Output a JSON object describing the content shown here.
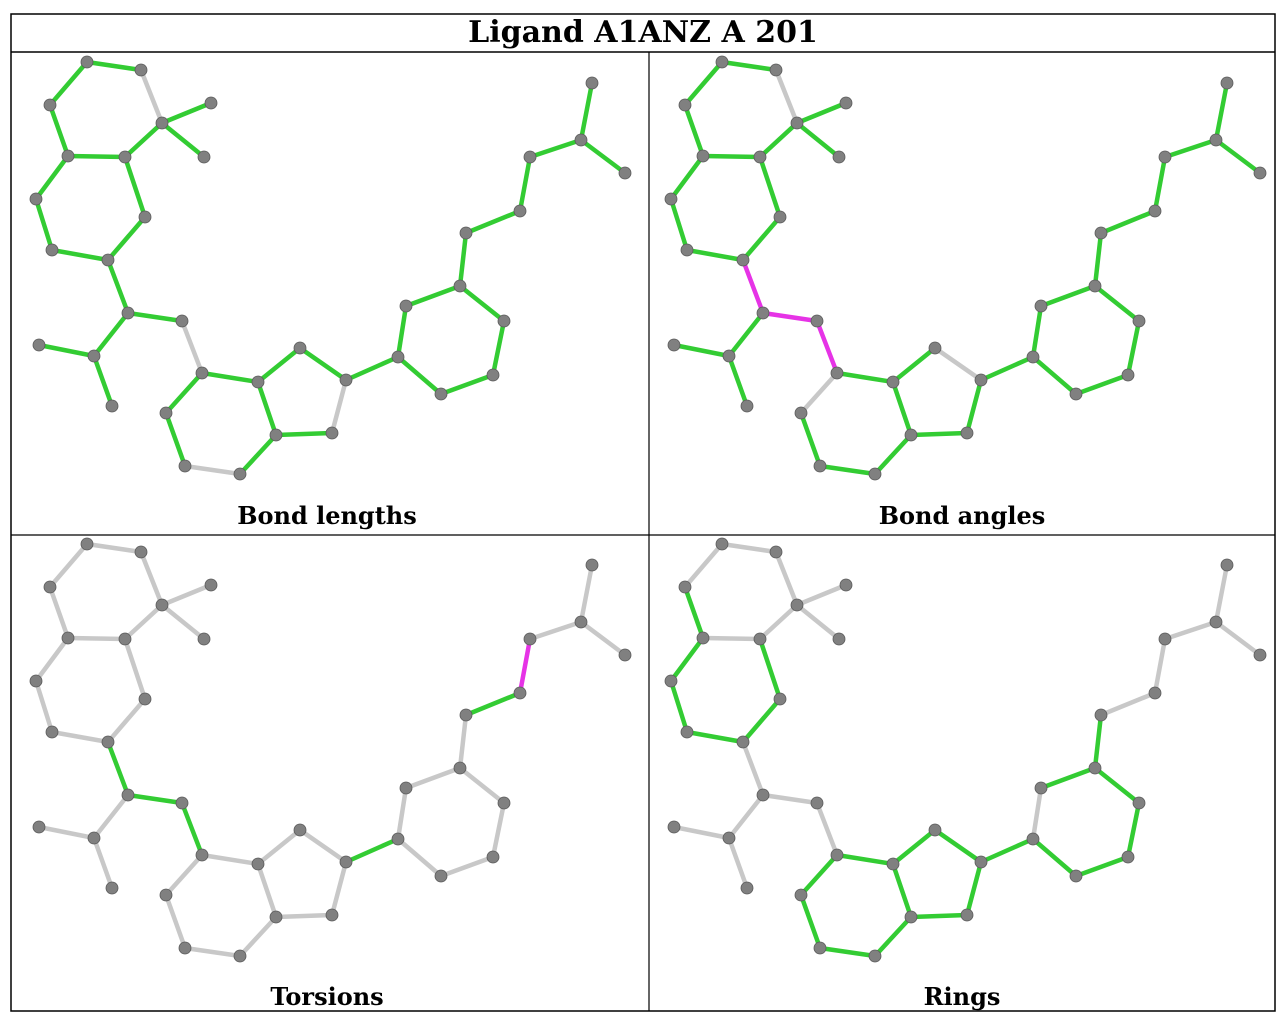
{
  "title": "Ligand A1ANZ A 201",
  "panels": [
    {
      "caption": "Bond lengths"
    },
    {
      "caption": "Bond angles"
    },
    {
      "caption": "Torsions"
    },
    {
      "caption": "Rings"
    }
  ],
  "colors": {
    "ok": "#33cc33",
    "outlier": "#e633e6",
    "neutral": "#c8c8c8",
    "atom": "#808080"
  }
}
